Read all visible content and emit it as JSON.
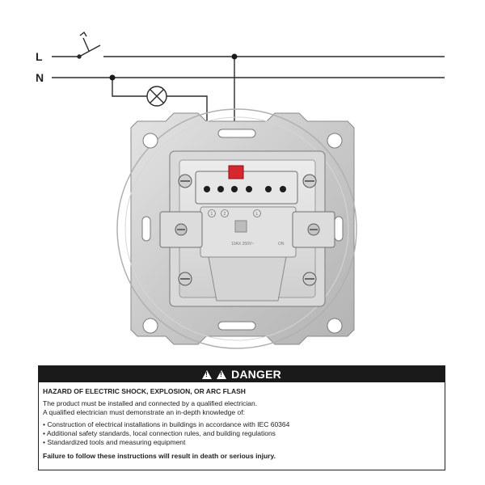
{
  "diagram": {
    "line_label": "L",
    "neutral_label": "N",
    "terminal_1": "1",
    "terminal_2": "2",
    "terminal_L": "L",
    "rating": "10AX 250V~",
    "mode_label": "ON"
  },
  "danger": {
    "header": "DANGER",
    "title": "HAZARD OF ELECTRIC SHOCK, EXPLOSION, OR ARC FLASH",
    "intro": [
      "The product must be installed and connected by a qualified electrician.",
      "A qualified electrician must demonstrate an in-depth knowledge of:"
    ],
    "items": [
      "Construction of electrical installations in buildings in accordance with IEC 60364",
      "Additional safety standards, local connection rules, and building regulations",
      "Standardized tools and measuring equipment"
    ],
    "footer": "Failure to follow these instructions will result in death or serious injury."
  }
}
